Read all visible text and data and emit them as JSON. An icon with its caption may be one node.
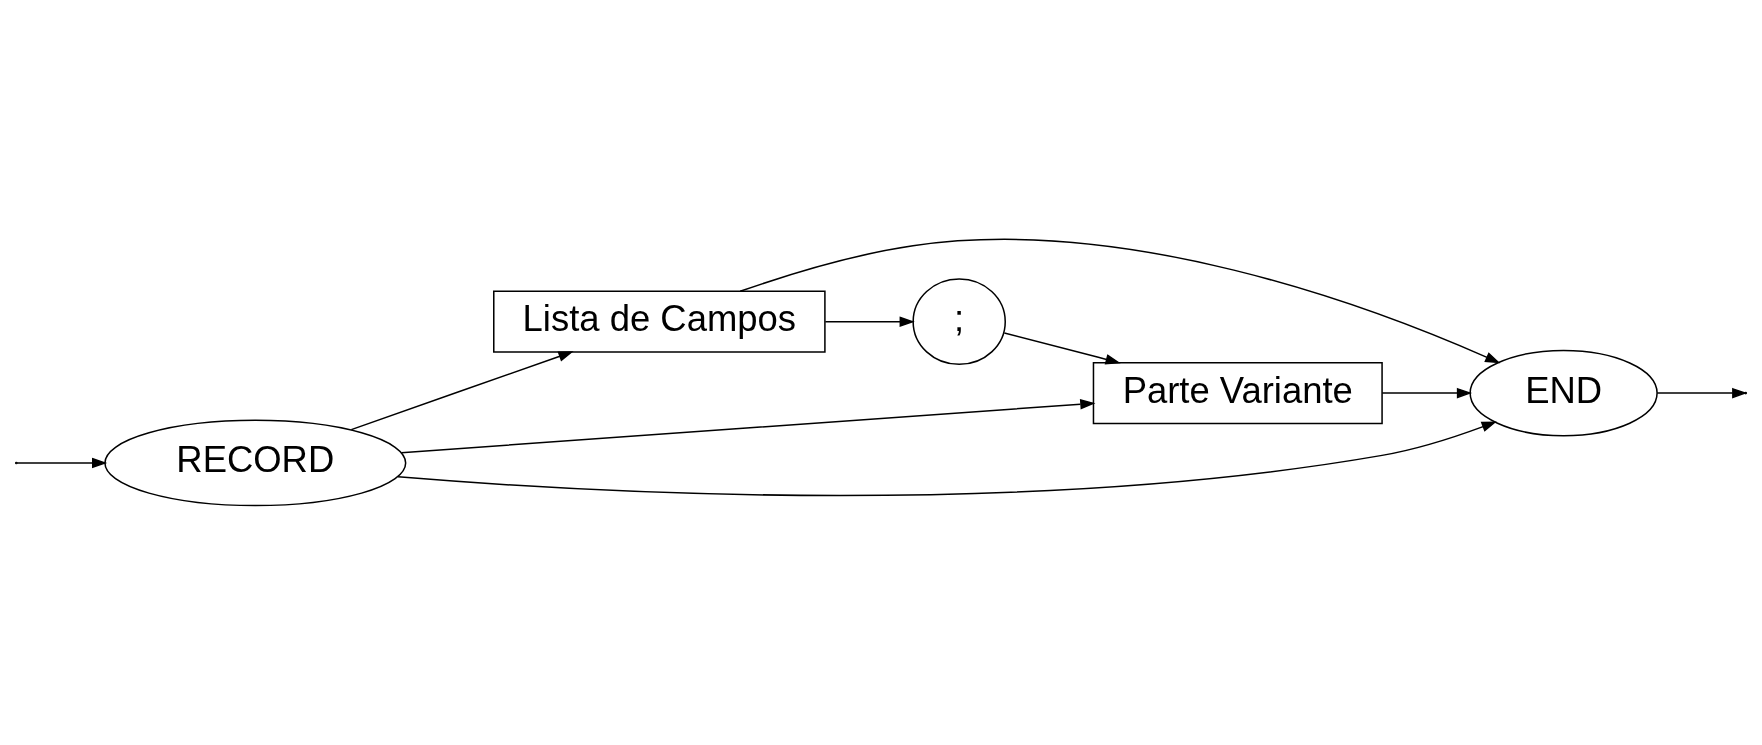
{
  "diagram": {
    "nodes": [
      {
        "text": [
          "RECORD"
        ]
      },
      {
        "text": [
          "Lista de Campos"
        ]
      },
      {
        "text": [
          ";"
        ]
      },
      {
        "text": [
          "Parte Variante"
        ]
      },
      {
        "text": [
          "END"
        ]
      }
    ],
    "edges": [
      {
        "from": null,
        "to": 0,
        "arrow": "to"
      },
      {
        "from": 0,
        "to": 1,
        "arrow": "to"
      },
      {
        "from": 0,
        "to": 3,
        "arrow": "to"
      },
      {
        "from": 0,
        "to": 4,
        "arrow": "to"
      },
      {
        "from": 1,
        "to": 2,
        "arrow": "to"
      },
      {
        "from": 2,
        "to": 3,
        "arrow": "to"
      },
      {
        "from": 1,
        "to": 4,
        "arrow": "to"
      },
      {
        "from": 3,
        "to": 4,
        "arrow": "to"
      },
      {
        "from": 4,
        "to": null,
        "arrow": "to"
      }
    ]
  }
}
